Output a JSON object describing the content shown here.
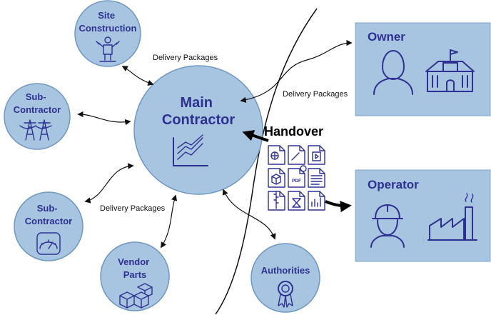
{
  "nodes": {
    "main_contractor": [
      "Main",
      "Contractor"
    ],
    "site_construction": [
      "Site",
      "Construction"
    ],
    "sub_contractor_top": [
      "Sub-",
      "Contractor"
    ],
    "sub_contractor_bottom": [
      "Sub-",
      "Contractor"
    ],
    "vendor_parts": [
      "Vendor",
      "Parts"
    ],
    "authorities": "Authorities",
    "owner": "Owner",
    "operator": "Operator"
  },
  "edge_labels": {
    "site_delivery": "Delivery Packages",
    "owner_delivery": "Delivery Packages",
    "sub_delivery": "Delivery Packages",
    "handover": "Handover"
  },
  "doc_labels": {
    "pdf": "PDF"
  },
  "colors": {
    "circle_fill": "#a7c5e1",
    "circle_stroke": "#6f97c0",
    "text": "#2e3192",
    "box_fill": "#a7c5e1"
  },
  "icons": [
    "worker-icon",
    "power-tower-icon",
    "gauge-icon",
    "boxes-icon",
    "growth-chart-icon",
    "ribbon-award-icon",
    "person-icon",
    "building-icon",
    "hardhat-worker-icon",
    "factory-icon",
    "document-icons"
  ]
}
